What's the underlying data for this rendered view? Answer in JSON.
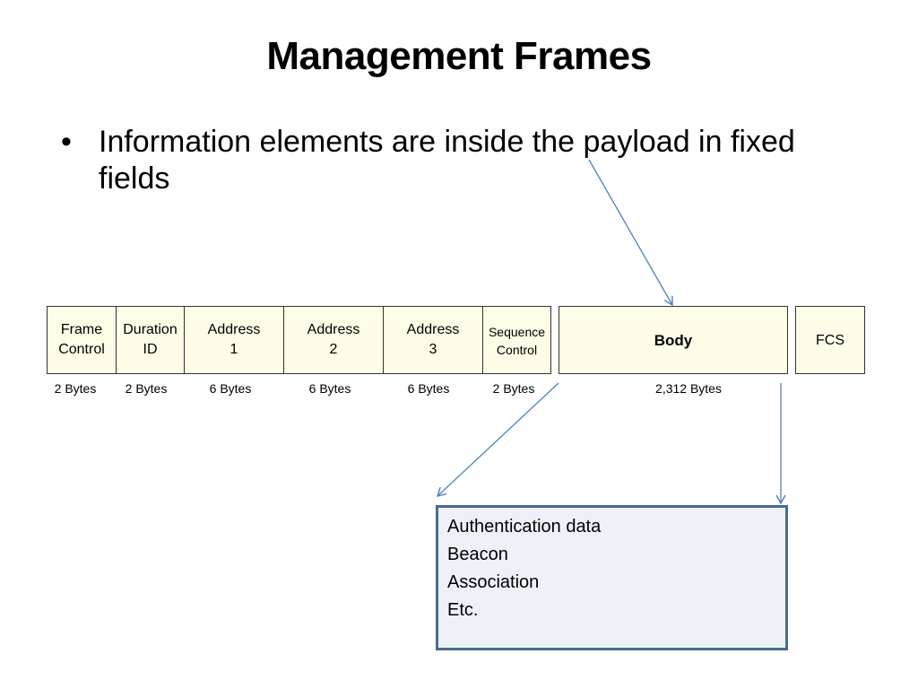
{
  "title": "Management Frames",
  "bullet": {
    "symbol": "•",
    "text": "Information elements are inside the payload in fixed fields"
  },
  "fields": [
    {
      "label": "Frame\nControl",
      "size": "2 Bytes"
    },
    {
      "label": "Duration\nID",
      "size": "2 Bytes"
    },
    {
      "label": "Address\n1",
      "size": "6 Bytes"
    },
    {
      "label": "Address\n2",
      "size": "6 Bytes"
    },
    {
      "label": "Address\n3",
      "size": "6 Bytes"
    },
    {
      "label": "Sequence\nControl",
      "size": "2 Bytes"
    },
    {
      "label": "Body",
      "size": "2,312 Bytes"
    },
    {
      "label": "FCS",
      "size": ""
    }
  ],
  "body_contents": [
    "Authentication data",
    "Beacon",
    "Association",
    "Etc."
  ],
  "colors": {
    "field_fill": "#fffde7",
    "box_fill": "#eef2f8",
    "box_border": "#4a6b8f",
    "arrow": "#4f81bd"
  }
}
